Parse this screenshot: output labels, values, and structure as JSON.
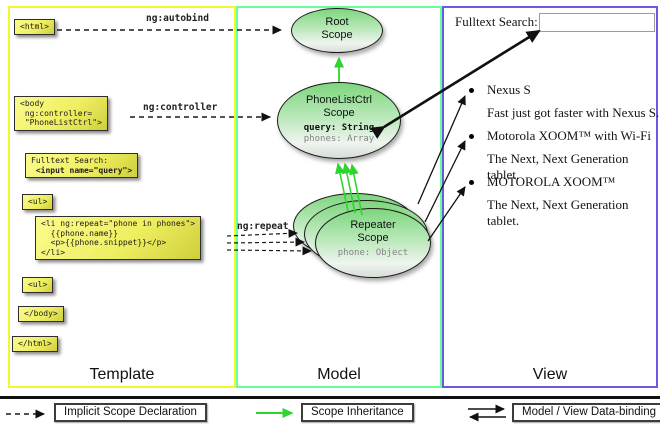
{
  "colors": {
    "template_border": "#f6f62e",
    "model_border": "#66ff99",
    "view_border": "#6a5ae0",
    "inheritance_green": "#2ed52e",
    "code_box_yellow": "#efef62",
    "scope_ellipse_green": "#7ed67e"
  },
  "labels": {
    "autobind": "ng:autobind",
    "controller": "ng:controller",
    "repeat": "ng:repeat"
  },
  "template": {
    "title": "Template",
    "html_open": "<html>",
    "body_open_lines": [
      "<body",
      " ng:controller=",
      " \"PhoneListCtrl\">"
    ],
    "fulltext_line1": "Fulltext Search:",
    "fulltext_line2": " <input name=\"query\">",
    "ul_open": "<ul>",
    "li_lines": [
      "<li ng:repeat=\"phone in phones\">",
      "  {{phone.name}}",
      "  <p>{{phone.snippet}}</p>",
      "</li>"
    ],
    "ul_close": "<ul>",
    "body_close": "</body>",
    "html_close": "</html>"
  },
  "model": {
    "title": "Model",
    "root_scope": {
      "line1": "Root",
      "line2": "Scope"
    },
    "phonelist_scope": {
      "line1": "PhoneListCtrl",
      "line2": "Scope",
      "prop_query": "query: String",
      "prop_phones": "phones: Array"
    },
    "repeater_scope": {
      "line1": "Repeater",
      "line2": "Scope",
      "prop_phone": "phone: Object"
    }
  },
  "view": {
    "title": "View",
    "search_label": "Fulltext Search:",
    "search_value": "",
    "items": [
      {
        "title": "Nexus S",
        "desc": "Fast just got faster with Nexus S."
      },
      {
        "title": "Motorola XOOM™ with Wi-Fi",
        "desc": "The Next, Next Generation tablet."
      },
      {
        "title": "MOTOROLA XOOM™",
        "desc": "The Next, Next Generation tablet."
      }
    ]
  },
  "legend": {
    "implicit": "Implicit Scope Declaration",
    "inheritance": "Scope Inheritance",
    "databinding": "Model / View Data-binding"
  }
}
